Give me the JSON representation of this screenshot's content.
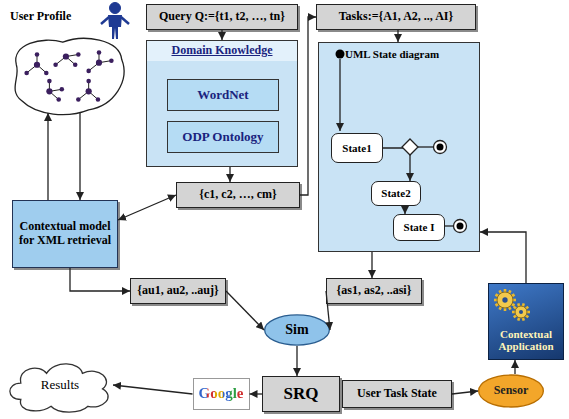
{
  "diagram": {
    "nodes": [
      {
        "text": [
          "User Profile"
        ]
      },
      {
        "text": [
          "Query Q:={t1, t2, …, tn}"
        ]
      },
      {
        "text": [
          "Domain Knowledge"
        ]
      },
      {
        "text": [
          "WordNet"
        ],
        "in": 2
      },
      {
        "text": [
          "ODP Ontology"
        ],
        "in": 2
      },
      {
        "text": [
          "Tasks:={A1, A2, .., AI}"
        ]
      },
      {
        "text": [
          "UML State diagram"
        ]
      },
      {
        "text": [
          "State1"
        ],
        "in": 6
      },
      {
        "text": [
          "State2"
        ],
        "in": 6
      },
      {
        "text": [
          "State I"
        ],
        "in": 6
      },
      {
        "text": [
          "{c1, c2, …, cm}"
        ]
      },
      {
        "text": [
          "Contextual model for XML retrieval"
        ]
      },
      {
        "text": [
          "{au1, au2, ..auj}"
        ]
      },
      {
        "text": [
          "{as1, as2, ..asi}"
        ]
      },
      {
        "text": [
          "Sim"
        ]
      },
      {
        "text": [
          "SRQ"
        ]
      },
      {
        "text": [
          "Google"
        ]
      },
      {
        "text": [
          "Results"
        ]
      },
      {
        "text": [
          "User Task State"
        ]
      },
      {
        "text": [
          "Sensor"
        ]
      },
      {
        "text": [
          "Contextual Application"
        ]
      }
    ],
    "edges": [
      {
        "from": 0,
        "to": 11,
        "arrow": "to"
      },
      {
        "from": 11,
        "to": 0,
        "arrow": "to"
      },
      {
        "from": 1,
        "to": 2,
        "arrow": "to"
      },
      {
        "from": 2,
        "to": 10,
        "arrow": "to"
      },
      {
        "from": 10,
        "to": 11,
        "arrow": "both"
      },
      {
        "from": 10,
        "to": 5,
        "arrow": "to"
      },
      {
        "from": 5,
        "to": 6,
        "arrow": "to"
      },
      {
        "from": 7,
        "to": 8,
        "arrow": "to"
      },
      {
        "from": 8,
        "to": 9,
        "arrow": "to"
      },
      {
        "from": 11,
        "to": 12,
        "arrow": "to"
      },
      {
        "from": 6,
        "to": 13,
        "arrow": "to"
      },
      {
        "from": 12,
        "to": 14,
        "arrow": "to"
      },
      {
        "from": 13,
        "to": 14,
        "arrow": "to"
      },
      {
        "from": 14,
        "to": 15,
        "arrow": "to"
      },
      {
        "from": 15,
        "to": 16,
        "arrow": "to"
      },
      {
        "from": 16,
        "to": 17,
        "arrow": "to"
      },
      {
        "from": 18,
        "to": 19,
        "arrow": "to"
      },
      {
        "from": 19,
        "to": 20,
        "arrow": "to"
      },
      {
        "from": 20,
        "to": 6,
        "arrow": "to"
      }
    ]
  }
}
